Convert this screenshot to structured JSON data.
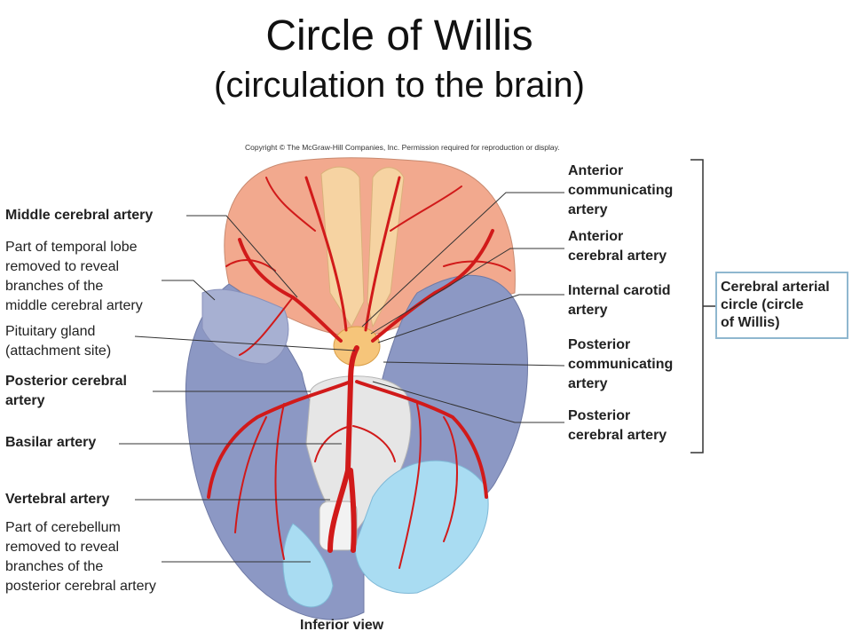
{
  "title": "Circle of Willis",
  "subtitle": "(circulation to the brain)",
  "copyright": "Copyright © The McGraw-Hill Companies, Inc. Permission required for reproduction or display.",
  "left_labels": {
    "middle_cerebral": "Middle cerebral artery",
    "temporal_lobe": "Part of temporal lobe\nremoved to reveal\nbranches of the\nmiddle cerebral artery",
    "pituitary": "Pituitary gland\n(attachment site)",
    "posterior_cerebral": "Posterior cerebral\nartery",
    "basilar": "Basilar artery",
    "vertebral": "Vertebral artery",
    "cerebellum": "Part of cerebellum\nremoved to reveal\nbranches of the\nposterior cerebral artery"
  },
  "right_labels": {
    "anterior_communicating": "Anterior\ncommunicating\nartery",
    "anterior_cerebral": "Anterior\ncerebral artery",
    "internal_carotid": "Internal carotid\nartery",
    "posterior_communicating": "Posterior\ncommunicating\nartery",
    "posterior_cerebral": "Posterior\ncerebral artery"
  },
  "bracket_box": "Cerebral arterial\ncircle (circle\nof Willis)",
  "view_label": "Inferior view",
  "colors": {
    "artery": "#d11a1a",
    "frontal": "#f2a98e",
    "temporal": "#8c98c4",
    "cerebellum": "#a9dcf2",
    "midline": "#f6d3a2",
    "brainstem": "#e6e6e6",
    "box_border": "#8fb7cf"
  }
}
